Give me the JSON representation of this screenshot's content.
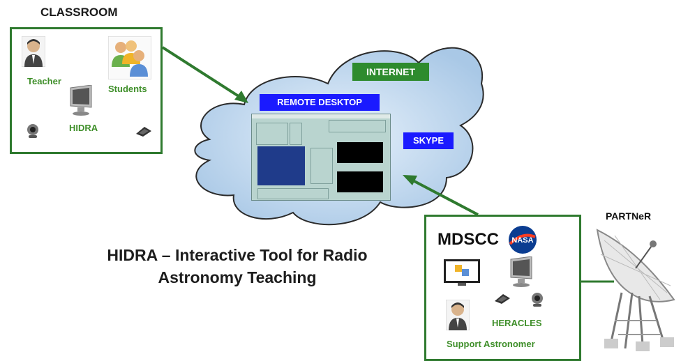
{
  "classroom": {
    "title": "CLASSROOM",
    "teacher_label": "Teacher",
    "students_label": "Students",
    "hidra_label": "HIDRA"
  },
  "cloud": {
    "internet_label": "INTERNET",
    "remote_desktop_label": "REMOTE DESKTOP",
    "skype_label": "SKYPE"
  },
  "headline": {
    "line1": "HIDRA – Interactive Tool for Radio",
    "line2": "Astronomy Teaching"
  },
  "mdscc": {
    "title": "MDSCC",
    "nasa_label": "NASA",
    "heracles_label": "HERACLES",
    "support_label": "Support Astronomer"
  },
  "partner": {
    "title": "PARTNeR"
  },
  "colors": {
    "green_border": "#2f7a2f",
    "blue_label": "#1a1aff",
    "green_label": "#2e8b2e",
    "label_text_green": "#3f8f2a"
  }
}
